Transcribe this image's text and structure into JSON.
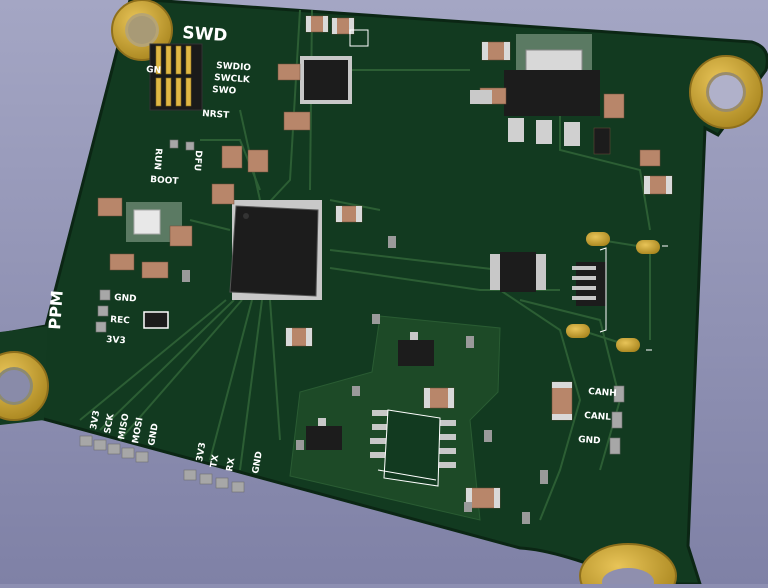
{
  "colors": {
    "background_top": "#a4a6c4",
    "background_bottom": "#7f81a6",
    "board": "#123a20",
    "board_edge": "#0b2614",
    "copper_pour": "#1d4a27",
    "trace": "#2c5e34",
    "silkscreen": "#ffffff",
    "gold": "#c9a43a",
    "gold_dark": "#8e6f1c",
    "ic_body": "#1c1c1c",
    "pin_metal": "#c8c8c8",
    "smd_body": "#b8866a",
    "smd_cap": "#d9d9d9"
  },
  "silkscreen": {
    "swd_title": "SWD",
    "swdio": "SWDIO",
    "swclk": "SWCLK",
    "swo": "SWO",
    "nrst": "NRST",
    "gnd_partial": "GN",
    "run": "RUN",
    "dfu": "DFU",
    "boot": "BOOT",
    "ppm": "PPM",
    "ppm_gnd": "GND",
    "ppm_rec": "REC",
    "ppm_3v3": "3V3",
    "spi_3v3": "3V3",
    "spi_sck": "SCK",
    "spi_miso": "MISO",
    "spi_mosi": "MOSI",
    "spi_gnd": "GND",
    "uart_3v3": "3V3",
    "uart_tx": "TX",
    "uart_rx": "RX",
    "uart_gnd": "GND",
    "canh": "CANH",
    "canl": "CANL",
    "can_gnd": "GND"
  }
}
